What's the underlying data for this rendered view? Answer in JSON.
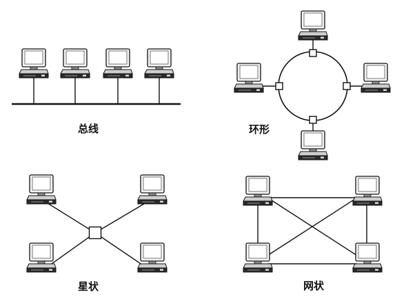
{
  "captions": {
    "bus": "总线",
    "ring": "环形",
    "star": "星状",
    "mesh": "网状"
  },
  "colors": {
    "line": "#111111",
    "monitor_fill": "#f4f4f4",
    "screen_fill": "#ffffff",
    "base_fill": "#2a2a2a",
    "background": "#ffffff"
  },
  "icons": {
    "computer": "desktop-computer-icon",
    "node": "square-connector-icon"
  }
}
